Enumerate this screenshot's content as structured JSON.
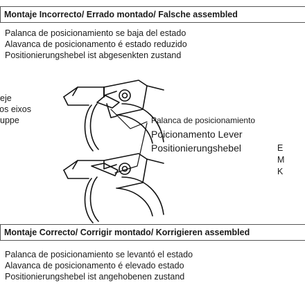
{
  "incorrect": {
    "title": "Montaje Incorrecto/ Errado montado/ Falsche assembled",
    "lines": [
      "Palanca de posicionamiento se baja del estado",
      "Alavanca de posicionamento é estado reduzido",
      "Positionierungshebel ist abgesenkten zustand"
    ]
  },
  "left_fragment": [
    "eje",
    "os eixos",
    "uppe"
  ],
  "lever_label": {
    "line1": "Palanca de posicionamiento",
    "line2": "Poicionamento Lever",
    "line3": "Positionierungshebel"
  },
  "right_fragment": [
    "E",
    "M",
    "K"
  ],
  "correct": {
    "title": "Montaje Correcto/ Corrigir montado/ Korrigieren assembled",
    "lines": [
      "Palanca de posicionamiento se levantó el estado",
      "Alavanca de posicionamento é elevado estado",
      "Positionierungshebel ist angehobenen zustand"
    ]
  }
}
